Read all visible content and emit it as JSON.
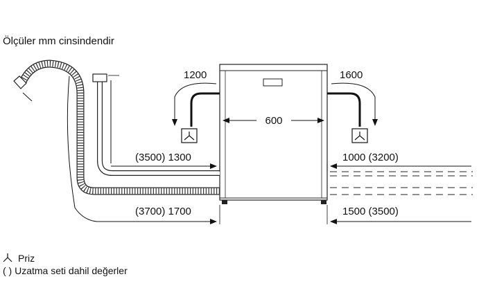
{
  "header": {
    "note": "Ölçüler mm cinsindendir"
  },
  "dimensions": {
    "width": "600",
    "left_cable": "1200",
    "right_cable": "1600",
    "water_inlet_left": "(3500) 1300",
    "water_inlet_right": "1000 (3200)",
    "drain_left": "(3700) 1700",
    "drain_right": "1500 (3500)"
  },
  "legend": {
    "socket": "Priz",
    "extension": "( ) Uzatma seti dahil değerler"
  }
}
